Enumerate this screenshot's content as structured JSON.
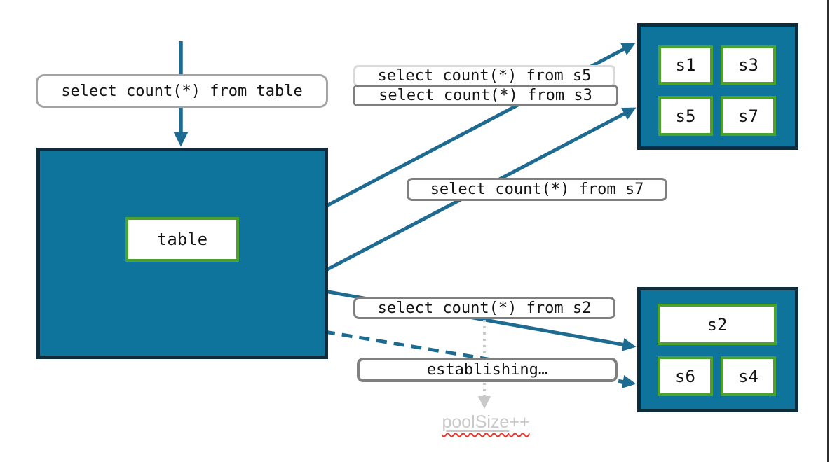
{
  "labels": {
    "query_table": "select count(*) from table",
    "query_s5": "select count(*) from s5",
    "query_s3": "select count(*) from s3",
    "query_s7": "select count(*) from s7",
    "query_s2": "select count(*) from s2",
    "establishing": "establishing…",
    "pool_size_word": "poolSize",
    "pool_size_plus": "++"
  },
  "table": {
    "label": "table"
  },
  "shard_groups": {
    "top": {
      "items": [
        "s1",
        "s3",
        "s5",
        "s7"
      ]
    },
    "bottom": {
      "items": [
        "s2",
        "s6",
        "s4"
      ]
    }
  },
  "colors": {
    "node_fill": "#0f749c",
    "node_border": "#0d2c3e",
    "shard_border": "#4ba32c",
    "arrow_teal": "#1d6b91",
    "query_border": "#7f7f7f",
    "query_border_light": "#d9d9d9",
    "muted_gray": "#c9c9c9",
    "squiggle_red": "#e8372c"
  }
}
